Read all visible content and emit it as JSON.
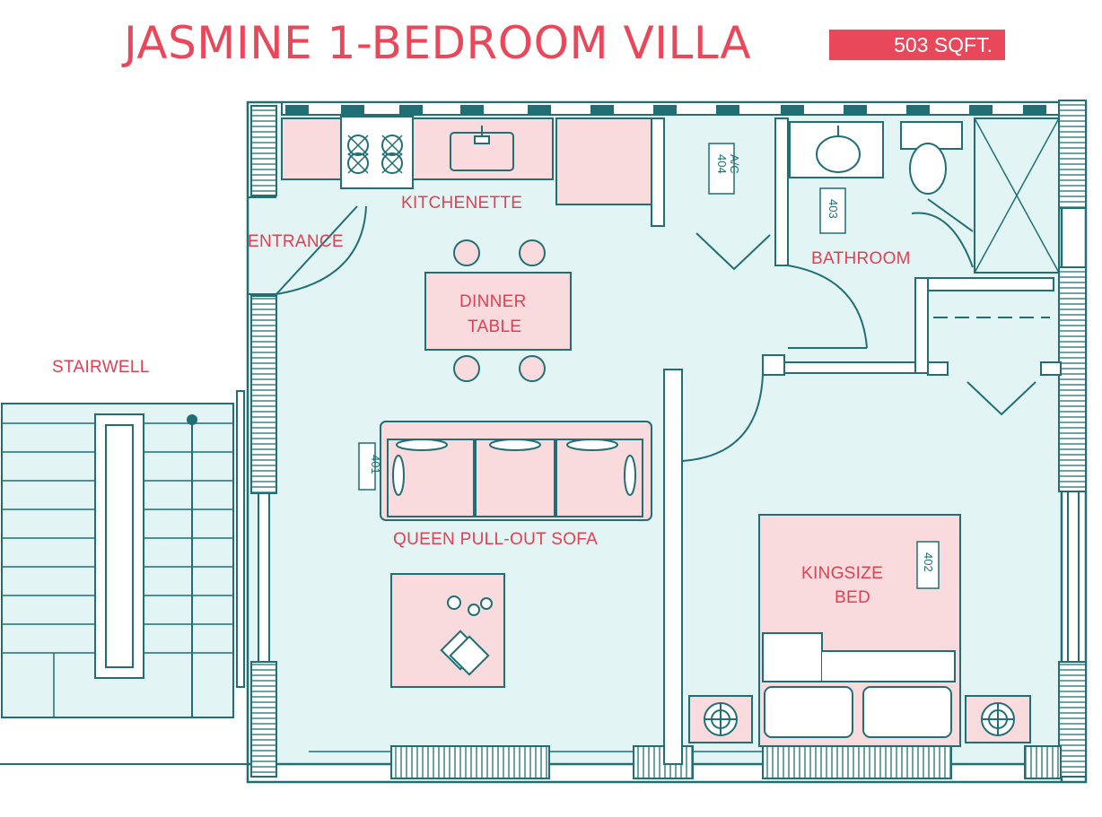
{
  "title": "JASMINE 1-BEDROOM VILLA",
  "area": "503 SQFT.",
  "rooms": {
    "kitchenette": "KITCHENETTE",
    "entrance": "ENTRANCE",
    "bathroom": "BATHROOM",
    "stairwell": "STAIRWELL",
    "dinner_table": [
      "DINNER",
      "TABLE"
    ],
    "sofa": "QUEEN PULL-OUT SOFA",
    "bed": [
      "KINGSIZE",
      "BED"
    ]
  },
  "tags": {
    "ac": "A/C",
    "ac_code": "404",
    "bath": "403",
    "sofa": "401",
    "bed": "402"
  },
  "colors": {
    "line": "#1f6f74",
    "floor": "#e2f5f4",
    "furniture": "#f9dadd",
    "accent": "#e8485a"
  }
}
